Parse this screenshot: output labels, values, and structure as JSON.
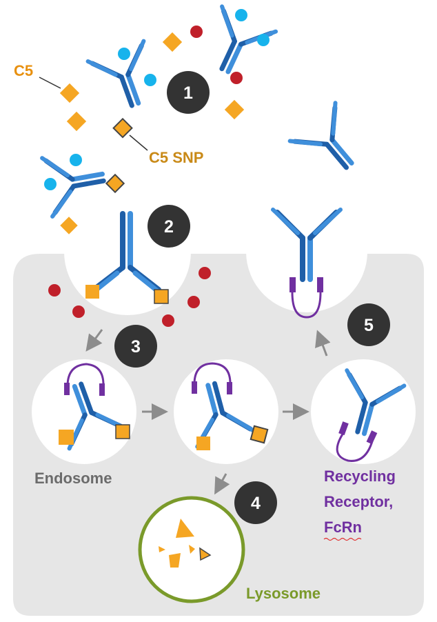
{
  "labels": {
    "c5": "C5",
    "c5_snp": "C5 SNP",
    "endosome": "Endosome",
    "recycling_line1": "Recycling",
    "recycling_line2": "Receptor,",
    "recycling_line3": "FcRn",
    "lysosome": "Lysosome"
  },
  "steps": [
    "1",
    "2",
    "3",
    "4",
    "5"
  ],
  "charges": {
    "positive": "+",
    "negative": "−"
  },
  "colors": {
    "antibody_dark": "#1f5fa8",
    "antibody_light": "#3f8fdb",
    "c5": "#f5a623",
    "c5_label": "#e8900f",
    "c5_snp_label": "#c98a18",
    "step_circle": "#333333",
    "cell": "#e6e6e6",
    "fcrn": "#7030a0",
    "positive": "#17b3ec",
    "negative": "#c0202a",
    "lysosome": "#7a9a2a",
    "endosome_label": "#6b6b6b",
    "arrow": "#8c8c8c"
  }
}
